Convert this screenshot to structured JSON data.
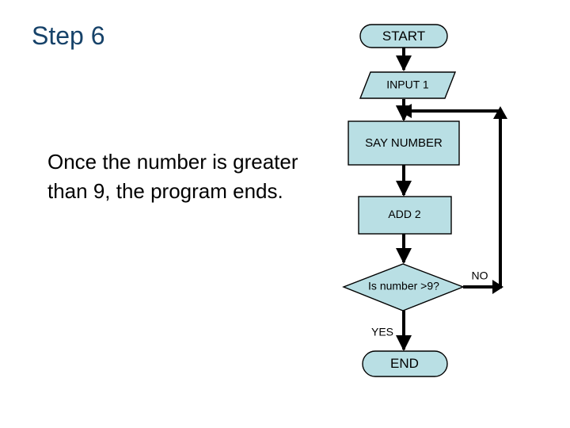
{
  "slide": {
    "title": "Step 6",
    "body_text": "Once the number is greater than 9, the program ends."
  },
  "colors": {
    "title_color": "#164269",
    "shape_fill": "#b9dfe4",
    "shape_stroke": "#000000",
    "text_color": "#000000",
    "background": "#ffffff"
  },
  "flowchart": {
    "nodes": {
      "start": {
        "label": "START",
        "shape": "terminator"
      },
      "input": {
        "label": "INPUT 1",
        "shape": "parallelogram"
      },
      "say": {
        "label": "SAY NUMBER",
        "shape": "process"
      },
      "add": {
        "label": "ADD 2",
        "shape": "process"
      },
      "decision": {
        "label": "Is number >9?",
        "shape": "diamond"
      },
      "end": {
        "label": "END",
        "shape": "terminator"
      }
    },
    "edge_labels": {
      "no": "NO",
      "yes": "YES"
    }
  }
}
